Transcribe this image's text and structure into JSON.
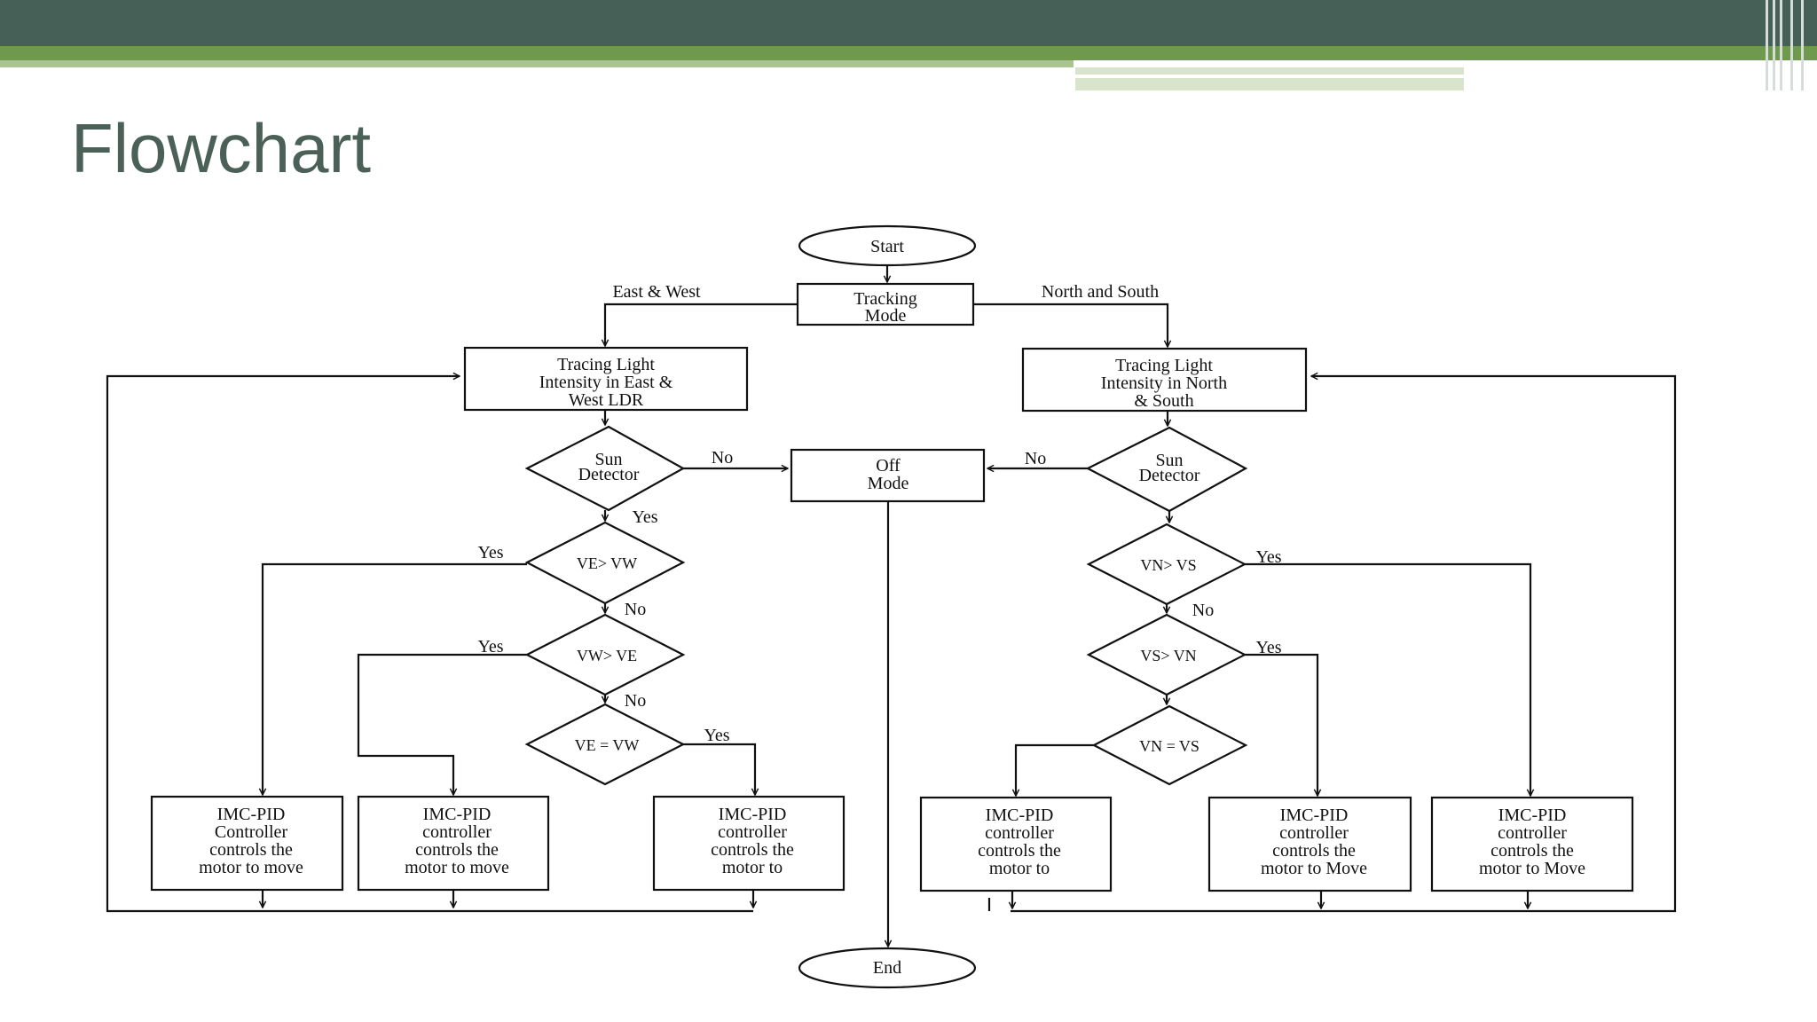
{
  "slide": {
    "title": "Flowchart"
  },
  "flowchart": {
    "start": "Start",
    "tracking_mode": [
      "Tracking",
      "Mode"
    ],
    "east_west_label": "East & West",
    "north_south_label": "North and South",
    "tracing_ew": [
      "Tracing Light",
      "Intensity in East &",
      "West LDR"
    ],
    "tracing_ns": [
      "Tracing Light",
      "Intensity in North",
      "& South"
    ],
    "sun_detector": [
      "Sun",
      "Detector"
    ],
    "off_mode": [
      "Off",
      "Mode"
    ],
    "yes": "Yes",
    "no": "No",
    "cond_ew_1": "VE> VW",
    "cond_ew_2": "VW> VE",
    "cond_ew_3": "VE = VW",
    "cond_ns_1": "VN> VS",
    "cond_ns_2": "VS> VN",
    "cond_ns_3": "VN = VS",
    "pid_1": [
      "IMC-PID",
      "Controller",
      "controls the",
      "motor to move"
    ],
    "pid_2": [
      "IMC-PID",
      "controller",
      "controls the",
      "motor to move"
    ],
    "pid_3": [
      "IMC-PID",
      "controller",
      "controls the",
      "motor to"
    ],
    "pid_4": [
      "IMC-PID",
      "controller",
      "controls the",
      "motor to"
    ],
    "pid_5": [
      "IMC-PID",
      "controller",
      "controls the",
      "motor to Move"
    ],
    "pid_6": [
      "IMC-PID",
      "controller",
      "controls the",
      "motor to Move"
    ],
    "end": "End"
  }
}
